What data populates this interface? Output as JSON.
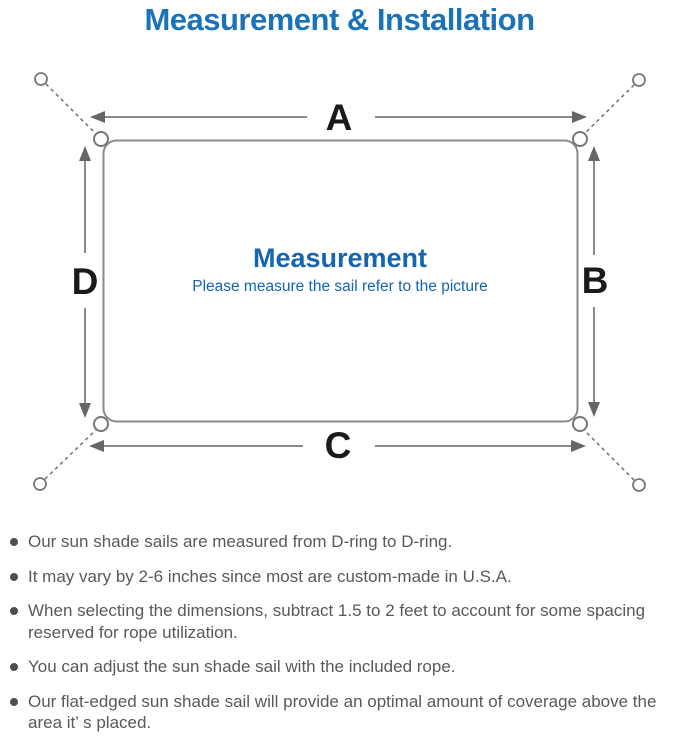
{
  "title": "Measurement & Installation",
  "diagram": {
    "labels": {
      "top": "A",
      "right": "B",
      "bottom": "C",
      "left": "D"
    },
    "center_title": "Measurement",
    "center_subtitle": "Please measure the sail refer to the picture"
  },
  "notes": [
    "Our sun shade sails are measured from D-ring to D-ring.",
    "It may vary by 2-6 inches since most are custom-made in U.S.A.",
    "When selecting the dimensions, subtract 1.5 to 2 feet to account for some spacing reserved for rope utilization.",
    "You can adjust the sun shade sail with the included rope.",
    "Our flat-edged sun shade sail will provide an optimal amount of coverage above the area it’ s placed."
  ],
  "colors": {
    "title_blue": "#1b72b8",
    "center_blue": "#1565af",
    "line_gray": "#8a8a8a",
    "arrow_gray": "#666666",
    "text_gray": "#595959",
    "label_black": "#1a1a1a"
  }
}
